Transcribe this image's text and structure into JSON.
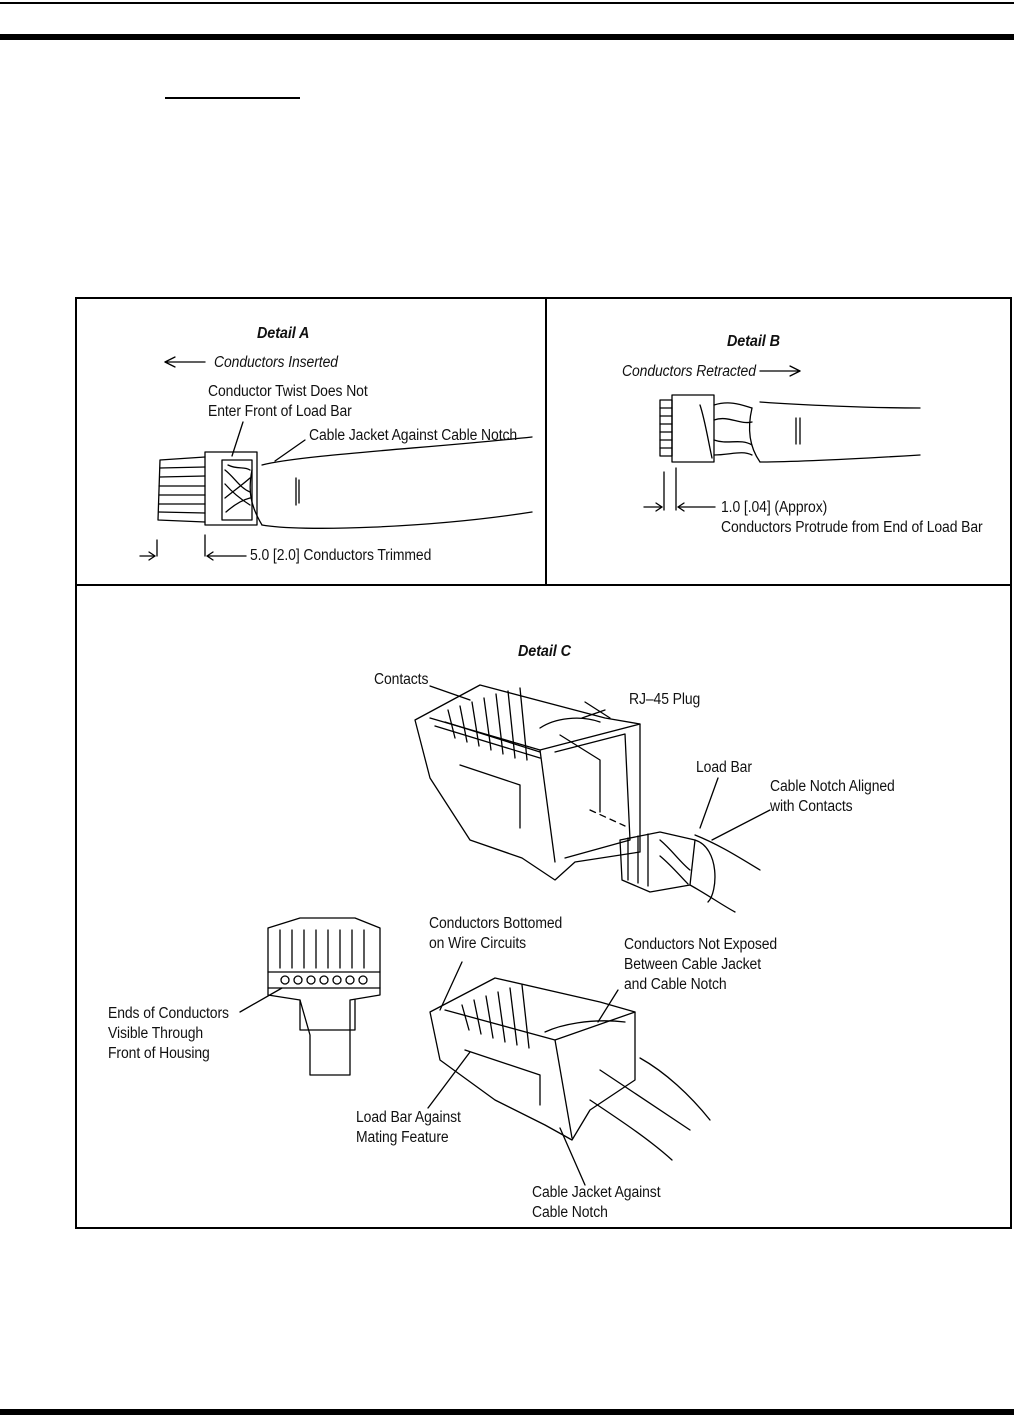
{
  "detail_a": {
    "title": "Detail A",
    "inserted": "Conductors Inserted",
    "twist_note": "Conductor Twist Does Not\nEnter Front of Load Bar",
    "jacket_note": "Cable Jacket Against Cable Notch",
    "trim_dim": "5.0 [2.0] Conductors Trimmed"
  },
  "detail_b": {
    "title": "Detail B",
    "retracted": "Conductors Retracted",
    "protrude_dim": "1.0 [.04] (Approx)",
    "protrude_note": "Conductors Protrude from End of Load Bar"
  },
  "detail_c": {
    "title": "Detail C",
    "contacts": "Contacts",
    "plug": "RJ–45 Plug",
    "load_bar": "Load Bar",
    "notch_aligned": "Cable Notch Aligned\nwith Contacts",
    "ends_visible": "Ends of Conductors\nVisible Through\nFront of Housing",
    "bottomed": "Conductors Bottomed\non Wire Circuits",
    "not_exposed": "Conductors Not Exposed\nBetween Cable Jacket\nand Cable Notch",
    "load_bar_against": "Load Bar Against\nMating Feature",
    "jacket_against": "Cable Jacket Against\nCable Notch"
  }
}
